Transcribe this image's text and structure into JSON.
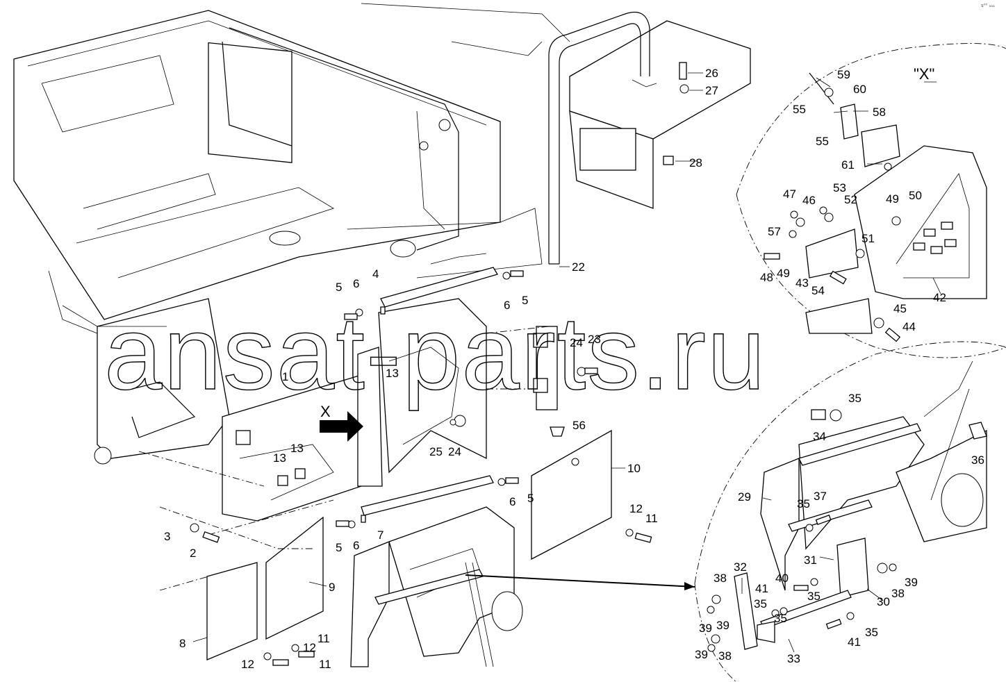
{
  "watermark": "ansat-parts.ru",
  "corner_mark": "s⁰⁰ ₐₐₐ",
  "view_markers": {
    "detail_title": "\"X\"",
    "arrow_label": "X"
  },
  "callouts": [
    "1",
    "2",
    "3",
    "4",
    "5",
    "5",
    "5",
    "5",
    "6",
    "6",
    "6",
    "6",
    "7",
    "8",
    "9",
    "10",
    "11",
    "11",
    "11",
    "12",
    "12",
    "12",
    "13",
    "13",
    "13",
    "22",
    "23",
    "24",
    "24",
    "25",
    "26",
    "27",
    "28",
    "29",
    "30",
    "31",
    "32",
    "33",
    "34",
    "35",
    "35",
    "35",
    "35",
    "35",
    "35",
    "36",
    "37",
    "38",
    "38",
    "38",
    "39",
    "39",
    "39",
    "39",
    "40",
    "41",
    "41",
    "42",
    "43",
    "44",
    "45",
    "46",
    "47",
    "48",
    "49",
    "49",
    "50",
    "51",
    "52",
    "53",
    "54",
    "55",
    "55",
    "56",
    "57",
    "58",
    "59",
    "60",
    "61"
  ]
}
